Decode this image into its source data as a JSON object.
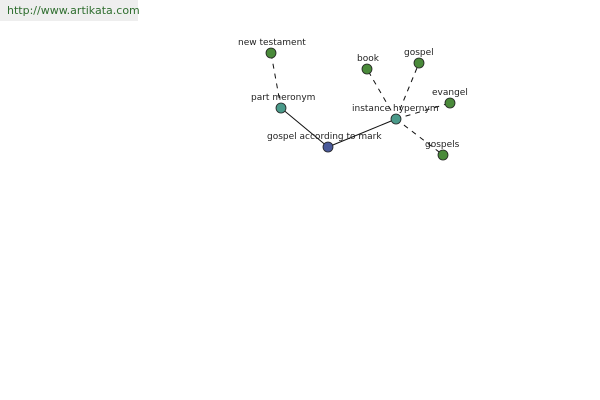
{
  "site": {
    "url": "http://www.artikata.com"
  },
  "graph": {
    "center": {
      "label": "gospel according to mark",
      "color": "#4a5a9a"
    },
    "relations": {
      "part_meronym": {
        "label": "part meronym",
        "color": "#4a9a8a"
      },
      "instance_hypernym": {
        "label": "instance hypernym",
        "color": "#4a9a8a"
      }
    },
    "terms": {
      "new_testament": {
        "label": "new testament",
        "color": "#4a8a3a"
      },
      "book": {
        "label": "book",
        "color": "#4a8a3a"
      },
      "gospel": {
        "label": "gospel",
        "color": "#4a8a3a"
      },
      "evangel": {
        "label": "evangel",
        "color": "#4a8a3a"
      },
      "gospels": {
        "label": "gospels",
        "color": "#4a8a3a"
      }
    }
  }
}
